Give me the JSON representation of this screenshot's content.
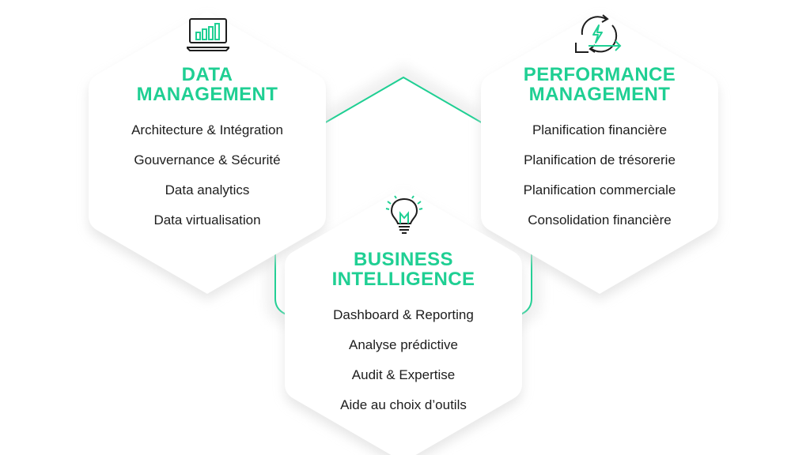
{
  "cards": {
    "data_management": {
      "title_line1": "DATA",
      "title_line2": "MANAGEMENT",
      "items": [
        "Architecture & Intégration",
        "Gouvernance & Sécurité",
        "Data analytics",
        "Data virtualisation"
      ],
      "icon": "laptop-chart-icon"
    },
    "performance_management": {
      "title_line1": "PERFORMANCE",
      "title_line2": "MANAGEMENT",
      "items": [
        "Planification financière",
        "Planification de trésorerie",
        "Planification commerciale",
        "Consolidation financière"
      ],
      "icon": "cycle-energy-icon"
    },
    "business_intelligence": {
      "title_line1": "BUSINESS",
      "title_line2": "INTELLIGENCE",
      "items": [
        "Dashboard & Reporting",
        "Analyse prédictive",
        "Audit & Expertise",
        "Aide au choix d’outils"
      ],
      "icon": "lightbulb-icon"
    }
  },
  "colors": {
    "accent": "#1fcf93",
    "text": "#1d1d1d",
    "hex_fill": "#ffffff",
    "shadow": "#e9e9e9"
  }
}
